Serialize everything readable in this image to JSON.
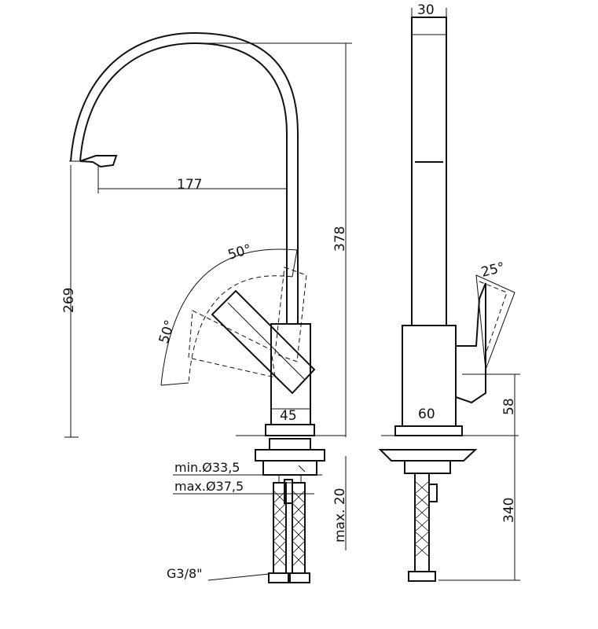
{
  "dimensions": {
    "reach": "177",
    "height_total": "378",
    "spout_height": "269",
    "body_width_front": "45",
    "body_width_side": "60",
    "top_width": "30",
    "handle_height": "58",
    "below_deck": "340",
    "max_deck": "max. 20",
    "lever_angle_left": "50°",
    "lever_angle_right": "50°",
    "lever_angle_side": "25°",
    "hole_min": "min.Ø33,5",
    "hole_max": "max.Ø37,5",
    "thread": "G3/8\""
  }
}
